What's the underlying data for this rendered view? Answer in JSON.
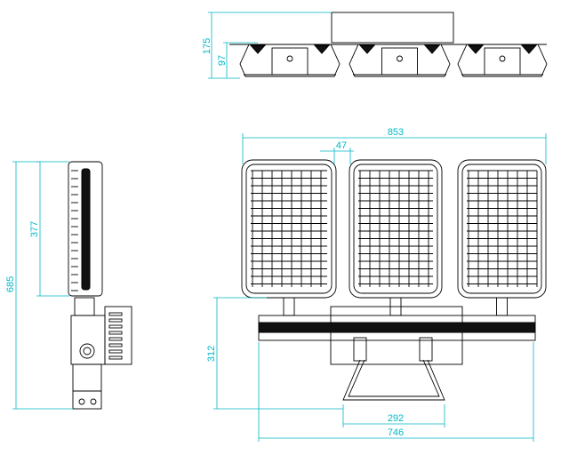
{
  "drawing": {
    "colors": {
      "line": "#000000",
      "dimension": "#00b8c8"
    },
    "top_view": {
      "height_total": "175",
      "height_body": "97"
    },
    "front_view": {
      "width_total": "853",
      "gap": "47",
      "height_bracket": "312",
      "bracket_width": "292",
      "bar_width": "746"
    },
    "side_view": {
      "lamp_height": "377",
      "height_total": "685"
    }
  }
}
